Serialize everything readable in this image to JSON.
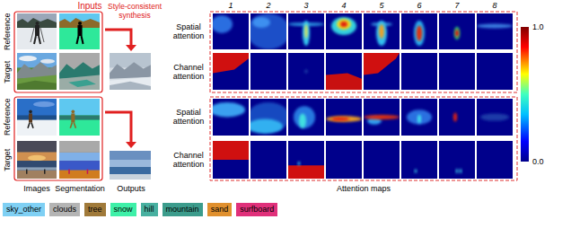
{
  "diagram": {
    "labels": [
      "Inputs",
      "Style-consistent synthesis",
      "Reference",
      "Target",
      "Reference",
      "Target",
      "Images",
      "Segmentation",
      "Outputs",
      "1",
      "2",
      "3",
      "4",
      "5",
      "6",
      "7",
      "8",
      "Spatial attention",
      "Channel attention",
      "Spatial attention",
      "Channel attention",
      "1.0",
      "0.0",
      "Attention maps"
    ],
    "legend": [
      {
        "text": "sky_other",
        "color": "#7fd0f4"
      },
      {
        "text": "clouds",
        "color": "#b4b4b4"
      },
      {
        "text": "tree",
        "color": "#a07a3a"
      },
      {
        "text": "snow",
        "color": "#3ef0a8"
      },
      {
        "text": "hill",
        "color": "#48b0a0"
      },
      {
        "text": "mountain",
        "color": "#3c9c8c"
      },
      {
        "text": "sand",
        "color": "#e0902e"
      },
      {
        "text": "surfboard",
        "color": "#e0307a"
      }
    ]
  }
}
